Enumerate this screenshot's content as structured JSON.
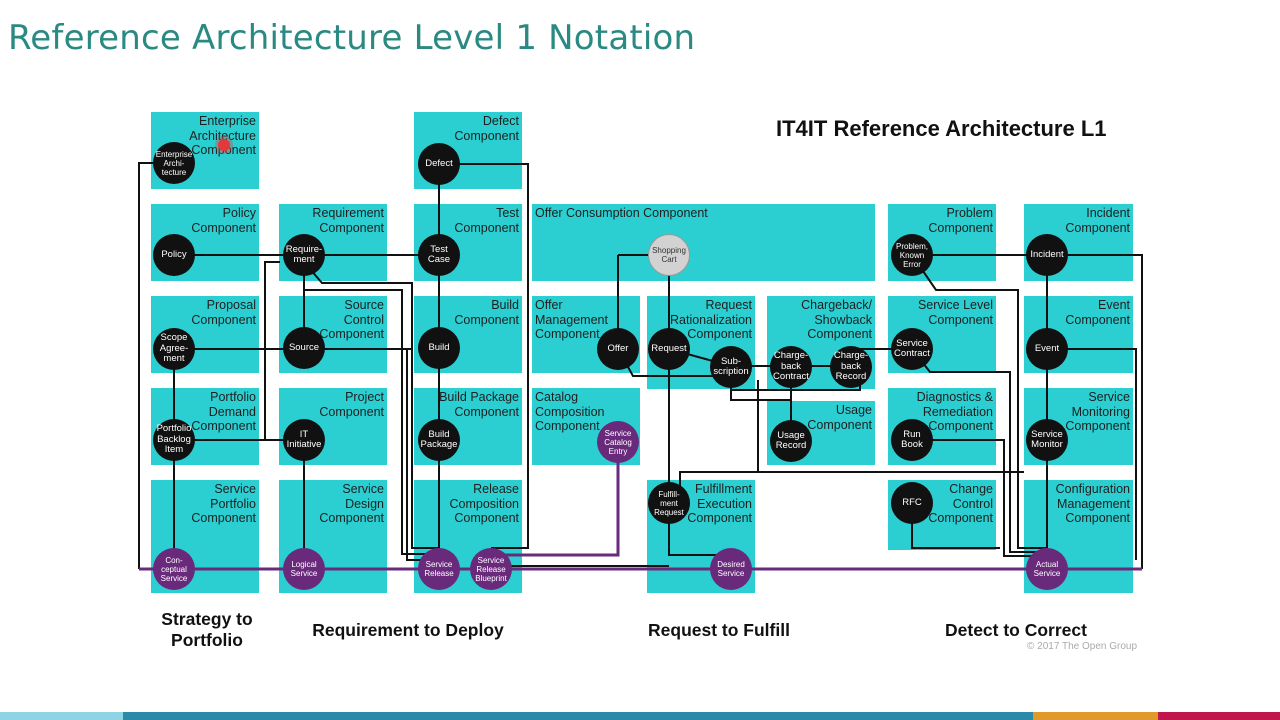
{
  "slide": {
    "title": "Reference Architecture Level 1 Notation"
  },
  "diagram": {
    "title": "IT4IT Reference Architecture L1",
    "copyright": "© 2017 The Open Group",
    "streams": {
      "s2p": "Strategy to\nPortfolio",
      "r2d": "Requirement to Deploy",
      "r2f": "Request to Fulfill",
      "d2c": "Detect to Correct"
    },
    "components": {
      "enterprise_architecture": "Enterprise\nArchitecture\nComponent",
      "policy": "Policy\nComponent",
      "proposal": "Proposal\nComponent",
      "portfolio_demand": "Portfolio\nDemand\nComponent",
      "service_portfolio": "Service\nPortfolio\nComponent",
      "requirement": "Requirement\nComponent",
      "source_control": "Source\nControl\nComponent",
      "project": "Project\nComponent",
      "service_design": "Service\nDesign\nComponent",
      "defect": "Defect\nComponent",
      "test": "Test\nComponent",
      "build": "Build\nComponent",
      "build_package": "Build Package\nComponent",
      "release_composition": "Release\nComposition\nComponent",
      "offer_consumption": "Offer Consumption Component",
      "offer_management": "Offer\nManagement\nComponent",
      "catalog_composition": "Catalog\nComposition\nComponent",
      "request_rationalization": "Request\nRationalization\nComponent",
      "chargeback_showback": "Chargeback/\nShowback\nComponent",
      "usage": "Usage\nComponent",
      "fulfillment_execution": "Fulfillment\nExecution\nComponent",
      "problem": "Problem\nComponent",
      "service_level": "Service Level\nComponent",
      "diagnostics_remediation": "Diagnostics &\nRemediation\nComponent",
      "change_control": "Change\nControl\nComponent",
      "incident": "Incident\nComponent",
      "event": "Event\nComponent",
      "service_monitoring": "Service\nMonitoring\nComponent",
      "configuration_management": "Configuration\nManagement\nComponent"
    },
    "nodes": {
      "enterprise_architecture": "Enterprise\nArchi-\ntecture",
      "policy": "Policy",
      "scope_agreement": "Scope\nAgree-\nment",
      "portfolio_backlog_item": "Portfolio\nBacklog\nItem",
      "conceptual_service": "Con-\nceptual\nService",
      "requirement": "Require-\nment",
      "source": "Source",
      "it_initiative": "IT\nInitiative",
      "logical_service": "Logical\nService",
      "defect": "Defect",
      "test_case": "Test\nCase",
      "build": "Build",
      "build_package": "Build\nPackage",
      "service_release": "Service\nRelease",
      "service_release_blueprint": "Service\nRelease\nBlueprint",
      "shopping_cart": "Shopping\nCart",
      "offer": "Offer",
      "service_catalog_entry": "Service\nCatalog\nEntry",
      "request": "Request",
      "subscription": "Sub-\nscription",
      "chargeback_contract": "Charge-\nback\nContract",
      "chargeback_record": "Charge-\nback\nRecord",
      "usage_record": "Usage\nRecord",
      "fulfillment_request": "Fulfill-\nment\nRequest",
      "desired_service": "Desired\nService",
      "problem_known_error": "Problem,\nKnown\nError",
      "service_contract": "Service\nContract",
      "run_book": "Run\nBook",
      "rfc": "RFC",
      "incident": "Incident",
      "event": "Event",
      "service_monitor": "Service\nMonitor",
      "actual_service": "Actual\nService"
    }
  },
  "colors": {
    "component_fill": "#2ccfd1",
    "black_node": "#111111",
    "purple_node": "#6a2a7c",
    "title": "#2a8a82",
    "footer": [
      "#8fd3e6",
      "#2a8aa8",
      "#e09a2a",
      "#c0154d"
    ]
  }
}
